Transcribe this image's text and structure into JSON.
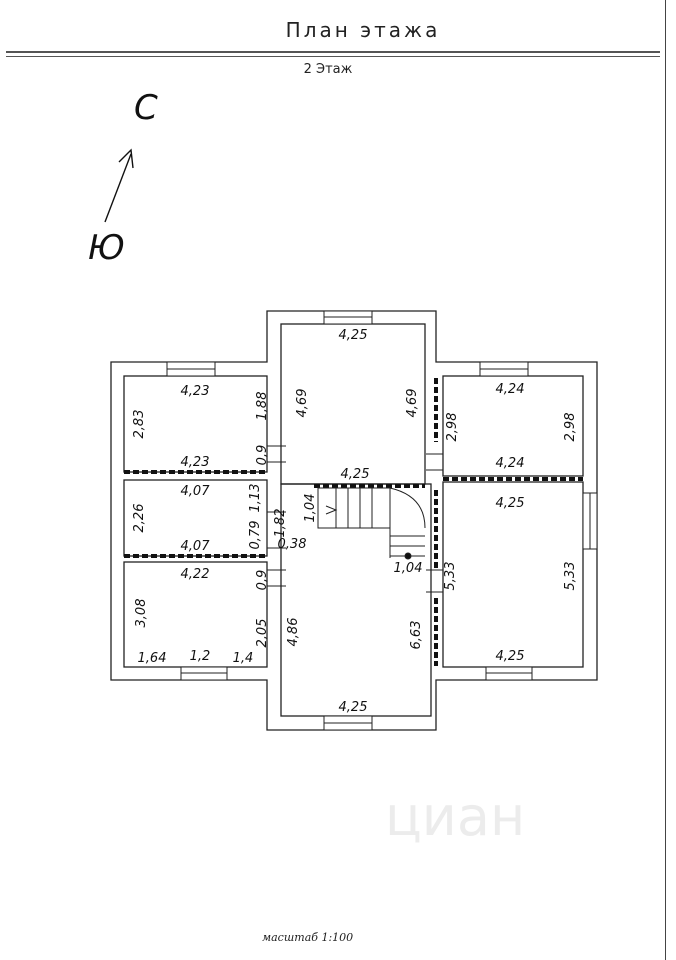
{
  "title": "План этажа",
  "floor_label": "2 Этаж",
  "compass": {
    "north": "С",
    "south": "Ю"
  },
  "scale": "масштаб  1:100",
  "watermark": "циан",
  "dimensions": {
    "top_room_width_top": "4,25",
    "top_room_height_left": "4,69",
    "top_room_height_right": "4,69",
    "top_room_width_bottom": "4,25",
    "nw_room_width_top": "4,23",
    "nw_room_height": "2,83",
    "nw_room_width_bottom": "4,23",
    "nw_door_offset": "1,88",
    "nw_door_width": "0,9",
    "ne_room_width_top": "4,24",
    "ne_room_height_left": "2,98",
    "ne_room_height_right": "2,98",
    "ne_room_width_bottom": "4,24",
    "mid_room_width_top": "4,07",
    "mid_room_height": "2,26",
    "mid_room_width_bottom": "4,07",
    "mid_room_side": "1,13",
    "mid_door": "0,79",
    "corridor_a": "1,82",
    "corridor_b": "0,38",
    "stair_width": "1,04",
    "stair_landing": "1,04",
    "sw_room_width_top": "4,22",
    "sw_room_height": "3,08",
    "sw_door_width": "0,9",
    "sw_room_side": "2,05",
    "sw_bottom_left": "1,64",
    "sw_bottom_window": "1,2",
    "sw_bottom_right": "1,4",
    "hall_height": "4,86",
    "hall_right": "6,63",
    "bottom_room_width": "4,25",
    "se_room_width_top": "4,25",
    "se_room_height_left": "5,33",
    "se_room_height_right": "5,33",
    "se_room_width_bottom": "4,25"
  }
}
